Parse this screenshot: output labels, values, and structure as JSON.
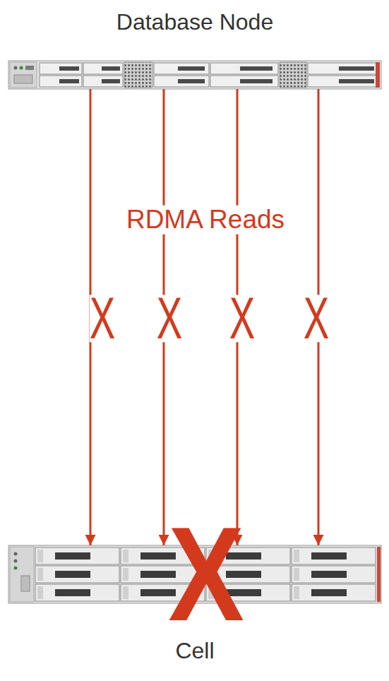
{
  "diagram": {
    "nodes": [
      {
        "text": [
          "Database Node"
        ]
      },
      {
        "text": [
          "Cell"
        ]
      }
    ],
    "edges": [
      {
        "from": 0,
        "to": 1,
        "arrow": "to"
      },
      {
        "from": 0,
        "to": 1,
        "arrow": "to"
      },
      {
        "from": 0,
        "to": 1,
        "arrow": "to"
      },
      {
        "from": 0,
        "to": 1,
        "arrow": "to"
      }
    ],
    "labels": [
      "RDMA Reads",
      "X",
      "X",
      "X",
      "X",
      "X"
    ]
  }
}
